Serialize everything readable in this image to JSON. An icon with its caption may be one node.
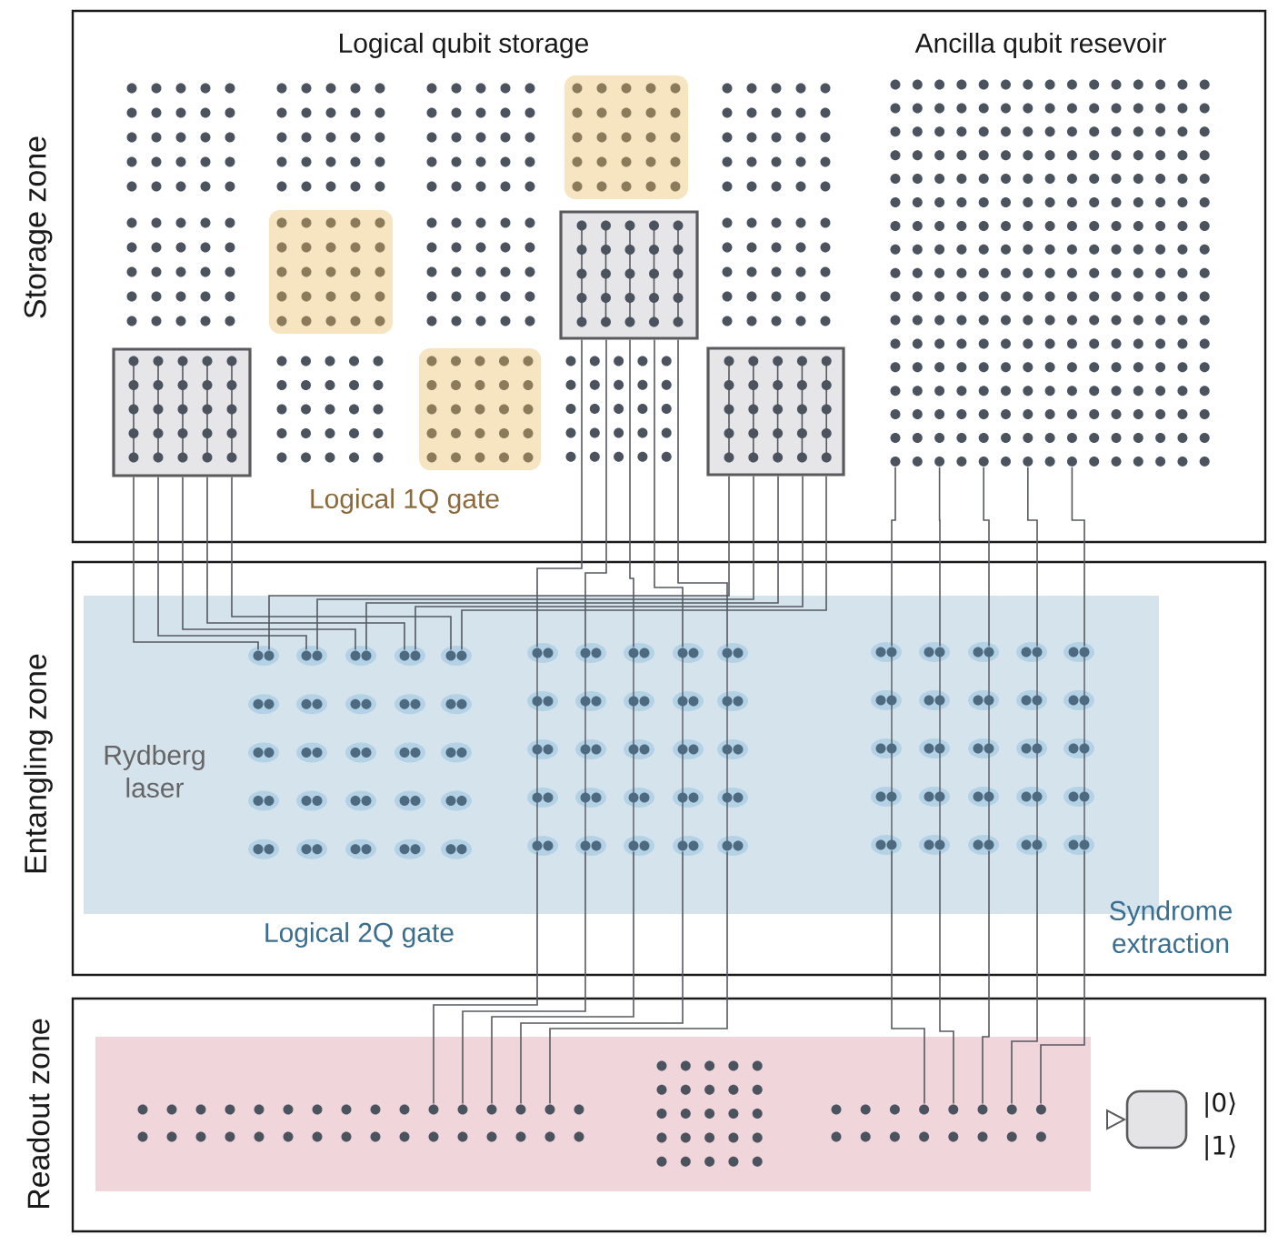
{
  "diagram": {
    "nodes": [
      {
        "text": [
          "Storage zone"
        ]
      },
      {
        "text": [
          "Entangling zone"
        ]
      },
      {
        "text": [
          "Readout zone"
        ]
      },
      {
        "text": [],
        "shape": "box",
        "in": 0
      },
      {
        "text": [],
        "shape": "box",
        "in": 0
      },
      {
        "text": [],
        "shape": "box",
        "in": 0
      },
      {
        "text": [
          "Ancilla qubit resevoir"
        ],
        "in": 0
      },
      {
        "text": [],
        "shape": "grid",
        "in": 1
      },
      {
        "text": [],
        "shape": "grid",
        "in": 1
      },
      {
        "text": [],
        "shape": "grid",
        "in": 1
      },
      {
        "text": [],
        "shape": "grid",
        "in": 2
      },
      {
        "text": [],
        "shape": "grid",
        "in": 2
      },
      {
        "text": [],
        "shape": "box",
        "in": 2,
        "beside": [
          "|0⟩",
          "|1⟩"
        ]
      }
    ],
    "edges": [
      {
        "from": 3,
        "to": 7,
        "arrow": "none"
      },
      {
        "from": 3,
        "to": 7,
        "arrow": "none"
      },
      {
        "from": 3,
        "to": 7,
        "arrow": "none"
      },
      {
        "from": 3,
        "to": 7,
        "arrow": "none"
      },
      {
        "from": 3,
        "to": 7,
        "arrow": "none"
      },
      {
        "from": 5,
        "to": 7,
        "arrow": "none"
      },
      {
        "from": 5,
        "to": 7,
        "arrow": "none"
      },
      {
        "from": 5,
        "to": 7,
        "arrow": "none"
      },
      {
        "from": 5,
        "to": 7,
        "arrow": "none"
      },
      {
        "from": 5,
        "to": 7,
        "arrow": "none"
      },
      {
        "from": 4,
        "to": 8,
        "arrow": "none"
      },
      {
        "from": 4,
        "to": 8,
        "arrow": "none"
      },
      {
        "from": 4,
        "to": 8,
        "arrow": "none"
      },
      {
        "from": 4,
        "to": 8,
        "arrow": "none"
      },
      {
        "from": 4,
        "to": 8,
        "arrow": "none"
      },
      {
        "from": 8,
        "to": 10,
        "arrow": "none"
      },
      {
        "from": 8,
        "to": 10,
        "arrow": "none"
      },
      {
        "from": 8,
        "to": 10,
        "arrow": "none"
      },
      {
        "from": 8,
        "to": 10,
        "arrow": "none"
      },
      {
        "from": 8,
        "to": 10,
        "arrow": "none"
      },
      {
        "from": 6,
        "to": 9,
        "arrow": "none"
      },
      {
        "from": 6,
        "to": 9,
        "arrow": "none"
      },
      {
        "from": 6,
        "to": 9,
        "arrow": "none"
      },
      {
        "from": 6,
        "to": 9,
        "arrow": "none"
      },
      {
        "from": 6,
        "to": 9,
        "arrow": "none"
      },
      {
        "from": 9,
        "to": 11,
        "arrow": "none"
      },
      {
        "from": 9,
        "to": 11,
        "arrow": "none"
      },
      {
        "from": 9,
        "to": 11,
        "arrow": "none"
      },
      {
        "from": 9,
        "to": 11,
        "arrow": "none"
      },
      {
        "from": 9,
        "to": 11,
        "arrow": "none"
      }
    ],
    "labels": [
      "Logical qubit storage",
      "Logical 1Q gate",
      "Rydberg laser",
      "Logical 2Q gate",
      "Syndrome extraction"
    ]
  }
}
